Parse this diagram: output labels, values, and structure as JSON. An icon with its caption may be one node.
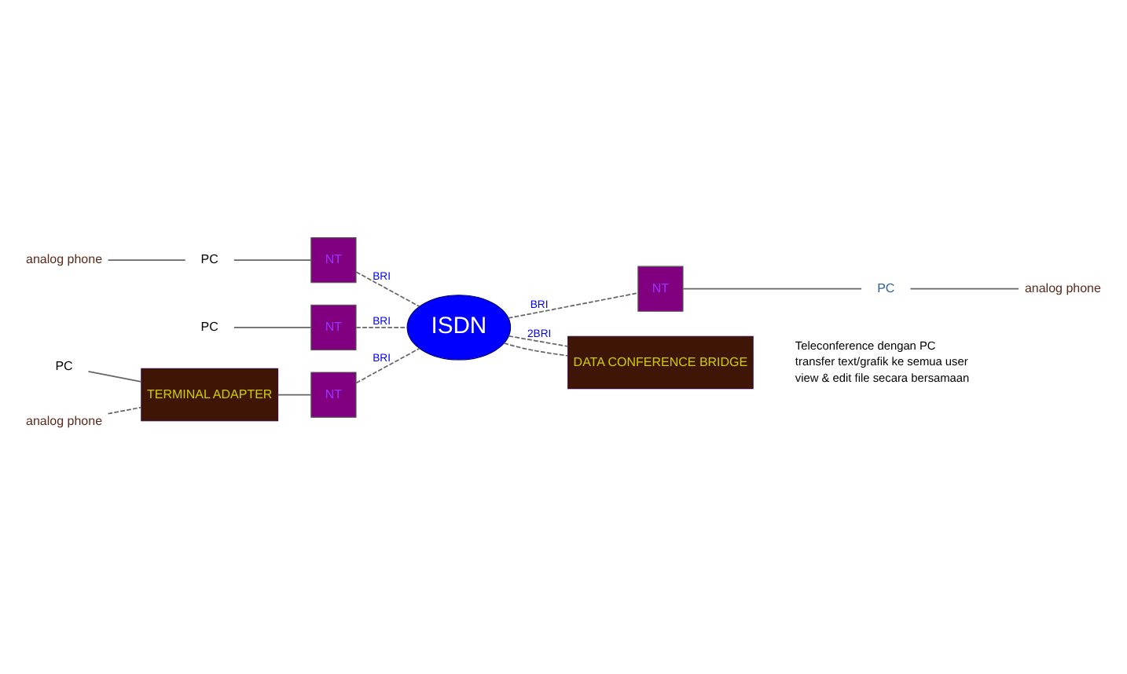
{
  "diagram": {
    "nodes": [
      {
        "text": [
          "analog phone"
        ]
      },
      {
        "text": [
          "PC"
        ]
      },
      {
        "text": [
          "NT"
        ]
      },
      {
        "text": [
          "NT"
        ]
      },
      {
        "text": [
          "PC"
        ]
      },
      {
        "text": [
          "analog phone"
        ]
      },
      {
        "text": [
          "ISDN"
        ]
      },
      {
        "text": [
          "NT"
        ]
      },
      {
        "text": [
          "PC"
        ]
      },
      {
        "text": [
          "PC"
        ]
      },
      {
        "text": [
          "TERMINAL ADAPTER"
        ]
      },
      {
        "text": [
          "NT"
        ]
      },
      {
        "text": [
          "DATA CONFERENCE BRIDGE"
        ]
      },
      {
        "text": [
          "analog phone"
        ]
      }
    ],
    "edges": [
      {
        "from": 0,
        "to": 1,
        "arrow": "none"
      },
      {
        "from": 1,
        "to": 2,
        "arrow": "none"
      },
      {
        "from": 2,
        "to": 6,
        "arrow": "none",
        "label": "BRI",
        "style": "dashed"
      },
      {
        "from": 3,
        "to": 6,
        "arrow": "none",
        "label": "BRI",
        "style": "dashed"
      },
      {
        "from": 3,
        "to": 4,
        "arrow": "none"
      },
      {
        "from": 4,
        "to": 5,
        "arrow": "none"
      },
      {
        "from": 8,
        "to": 7,
        "arrow": "none"
      },
      {
        "from": 7,
        "to": 6,
        "arrow": "none",
        "label": "BRI",
        "style": "dashed"
      },
      {
        "from": 9,
        "to": 10,
        "arrow": "none"
      },
      {
        "from": 13,
        "to": 10,
        "arrow": "none",
        "style": "dashed"
      },
      {
        "from": 10,
        "to": 11,
        "arrow": "none"
      },
      {
        "from": 11,
        "to": 6,
        "arrow": "none",
        "label": "BRI",
        "style": "dashed"
      },
      {
        "from": 6,
        "to": 12,
        "arrow": "none",
        "label": "2BRI",
        "style": "dashed"
      },
      {
        "from": 6,
        "to": 12,
        "arrow": "none",
        "style": "dashed"
      }
    ],
    "labels": [
      "Teleconference dengan PC",
      "transfer text/grafik ke semua user",
      "view & edit file secara bersamaan"
    ]
  }
}
